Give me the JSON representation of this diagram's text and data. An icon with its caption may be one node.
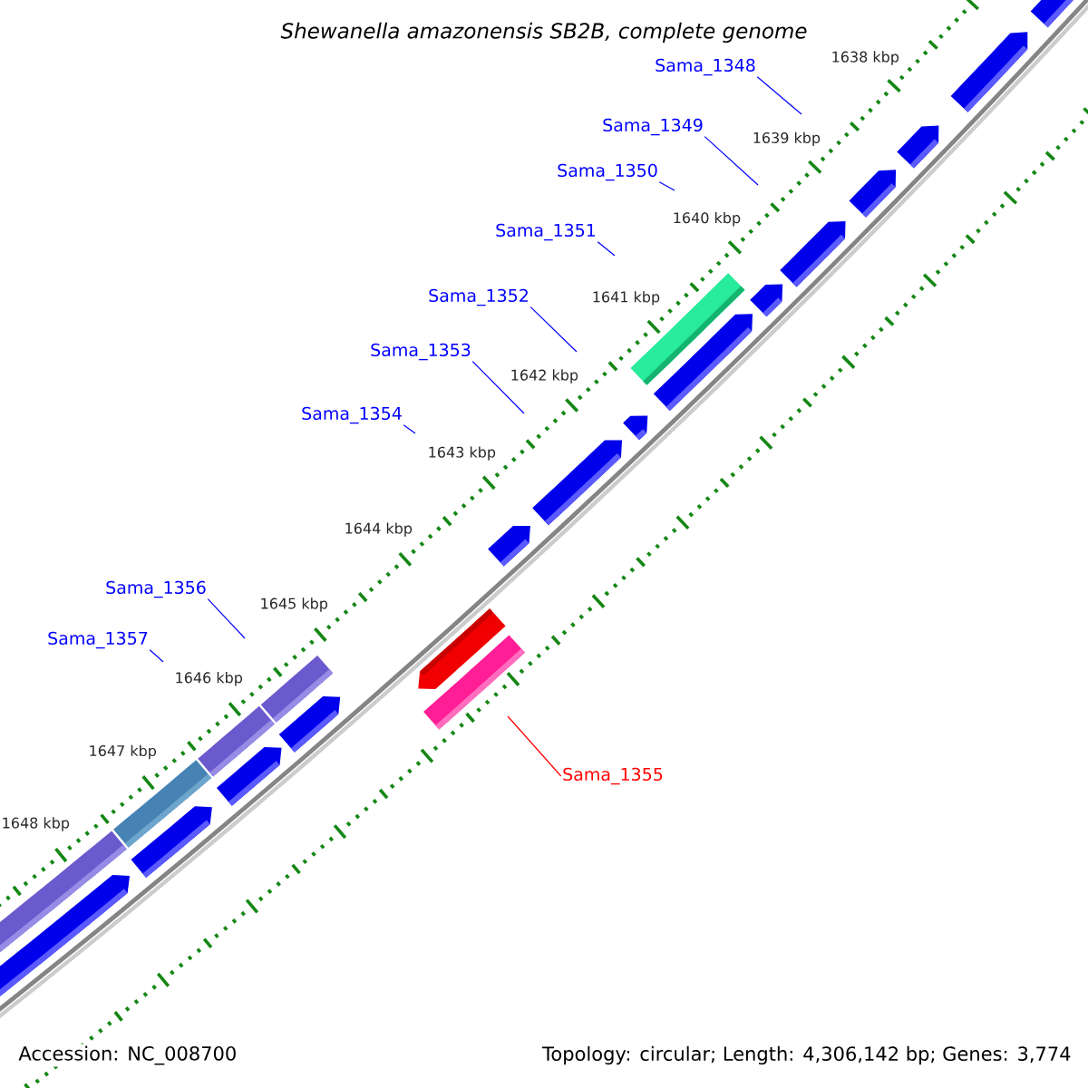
{
  "diagram": {
    "title": "Shewanella amazonensis SB2B, complete genome",
    "nodes": [
      {
        "text": [
          "Sama_1348"
        ]
      },
      {
        "text": [
          "Sama_1349"
        ]
      },
      {
        "text": [
          "Sama_1350"
        ]
      },
      {
        "text": [
          "Sama_1351"
        ]
      },
      {
        "text": [
          "Sama_1352"
        ]
      },
      {
        "text": [
          "Sama_1353"
        ]
      },
      {
        "text": [
          "Sama_1354"
        ]
      },
      {
        "text": [
          "Sama_1356"
        ]
      },
      {
        "text": [
          "Sama_1357"
        ]
      },
      {
        "text": [
          "Sama_1355"
        ]
      }
    ],
    "edges": [
      {
        "from": 0,
        "to": null,
        "arrow": "none"
      },
      {
        "from": 1,
        "to": null,
        "arrow": "none"
      },
      {
        "from": 2,
        "to": null,
        "arrow": "none"
      },
      {
        "from": 3,
        "to": null,
        "arrow": "none"
      },
      {
        "from": 4,
        "to": null,
        "arrow": "none"
      },
      {
        "from": 5,
        "to": null,
        "arrow": "none"
      },
      {
        "from": 6,
        "to": null,
        "arrow": "none"
      },
      {
        "from": 7,
        "to": null,
        "arrow": "none"
      },
      {
        "from": 8,
        "to": null,
        "arrow": "none"
      },
      {
        "from": 9,
        "to": null,
        "arrow": "none",
        "color": "#ff0000"
      }
    ],
    "labels": [
      "1638 kbp",
      "1639 kbp",
      "1640 kbp",
      "1641 kbp",
      "1642 kbp",
      "1643 kbp",
      "1644 kbp",
      "1645 kbp",
      "1646 kbp",
      "1647 kbp",
      "1648 kbp",
      "Accession: NC_008700",
      "Topology: circular; Length: 4,306,142 bp; Genes: 3,774"
    ]
  }
}
